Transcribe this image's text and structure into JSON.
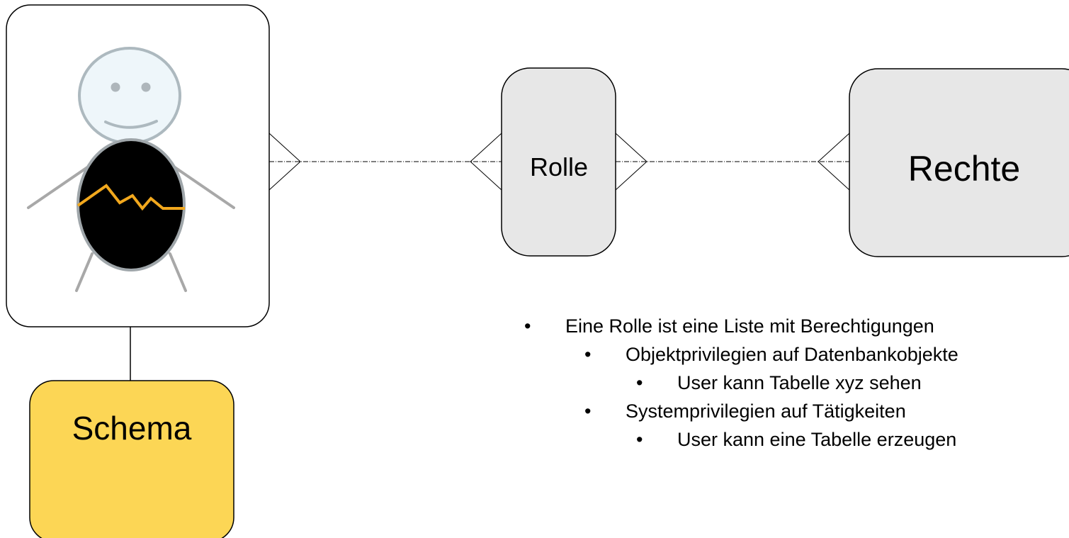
{
  "diagram": {
    "boxes": {
      "rolle": {
        "label": "Rolle"
      },
      "rechte": {
        "label": "Rechte"
      },
      "schema": {
        "label": "Schema"
      }
    },
    "colors": {
      "box_gray": "#e7e7e7",
      "schema_yellow": "#fcd655",
      "line": "#000000",
      "head_fill": "#eef6fa",
      "head_stroke": "#adb9bf",
      "body_fill": "#000000",
      "body_stroke": "#9fa6aa",
      "limbs": "#a8a8a8",
      "heartbeat": "#f2a81d"
    },
    "icons": [
      "user-figure-icon",
      "heartbeat-icon"
    ]
  },
  "bullets": [
    {
      "level": 1,
      "text": "Eine Rolle ist eine Liste mit Berechtigungen"
    },
    {
      "level": 2,
      "text": "Objektprivilegien auf Datenbankobjekte"
    },
    {
      "level": 3,
      "text": "User kann Tabelle xyz sehen"
    },
    {
      "level": 2,
      "text": "Systemprivilegien auf Tätigkeiten"
    },
    {
      "level": 3,
      "text": "User kann eine Tabelle erzeugen"
    }
  ]
}
